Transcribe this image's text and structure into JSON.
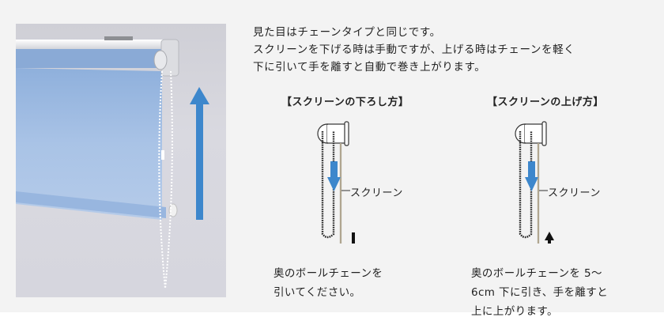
{
  "intro": {
    "lines": [
      "見た目はチェーンタイプと同じです。",
      "スクリーンを下げる時は手動ですが、上げる時はチェーンを軽く",
      "下に引いて手を離すと自動で巻き上がります。"
    ]
  },
  "photo": {
    "alt": "roller-blind-with-ball-chain",
    "arrow_color": "#3d87cc",
    "screen_color": "#9ebbe3"
  },
  "lowering": {
    "title": "【スクリーンの下ろし方】",
    "screen_label": "スクリーン",
    "pull_direction": "down",
    "description": [
      "奥のボールチェーンを",
      "引いてください。"
    ]
  },
  "raising": {
    "title": "【スクリーンの上げ方】",
    "screen_label": "スクリーン",
    "pull_direction": "up",
    "description": [
      "奥のボールチェーンを 5〜",
      "6cm 下に引き、手を離すと",
      "上に上がります。"
    ]
  },
  "colors": {
    "panel_bg": "#f3f3f3",
    "screen_arrow": "#3d87cc",
    "pull_arrow": "#111111",
    "ball": "#d6cdb8"
  }
}
